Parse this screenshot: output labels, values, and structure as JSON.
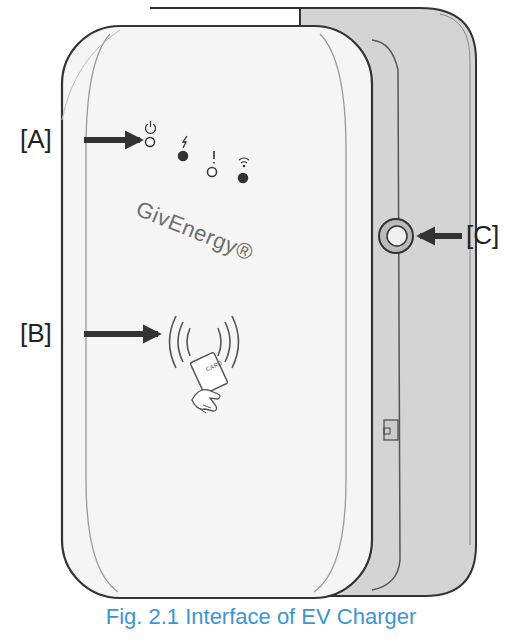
{
  "diagram": {
    "caption": "Fig. 2.1 Interface of EV Charger",
    "labels": [
      "[A]",
      "[B]",
      "[C]",
      "GivEnergy®",
      "CARD"
    ]
  }
}
